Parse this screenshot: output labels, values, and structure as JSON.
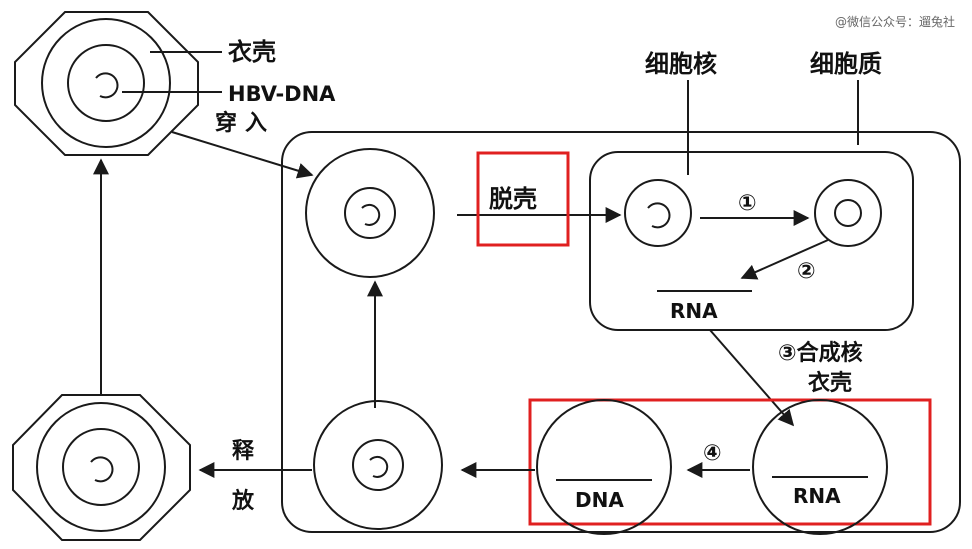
{
  "watermark": "@微信公众号：遛兔社",
  "labels": {
    "capsid": "衣壳",
    "hbv_dna": "HBV-DNA",
    "entry": "穿入",
    "uncoating": "脱壳",
    "nucleus": "细胞核",
    "cytoplasm": "细胞质",
    "step1": "①",
    "step2": "②",
    "rna_nucleus": "RNA",
    "step3_line1": "③合成核",
    "step3_line2": "衣壳",
    "step4": "④",
    "dna": "DNA",
    "rna_capsid": "RNA",
    "release_1": "释",
    "release_2": "放"
  },
  "colors": {
    "stroke": "#1a1a1a",
    "highlight": "#e02020"
  }
}
